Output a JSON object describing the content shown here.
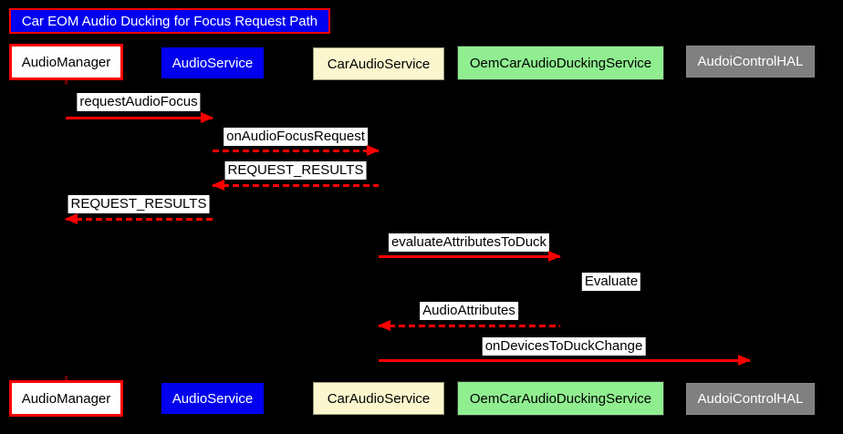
{
  "title": {
    "text": "Car EOM Audio Ducking for Focus Request Path"
  },
  "colors": {
    "background": "#000000",
    "arrow": "#ff0000",
    "title_bg": "#0000ee",
    "title_border": "#ff0000",
    "title_text": "#ffffff",
    "label_bg": "#ffffff",
    "label_text": "#000000"
  },
  "participants": [
    {
      "id": "audio-manager",
      "label": "AudioManager",
      "bg": "#ffffff",
      "text": "#000000",
      "border": "#ff0000"
    },
    {
      "id": "audio-service",
      "label": "AudioService",
      "bg": "#0000ee",
      "text": "#ffffff",
      "border": "#0000ee"
    },
    {
      "id": "car-audio-service",
      "label": "CarAudioService",
      "bg": "#fbf6cd",
      "text": "#000000",
      "border": "#999977"
    },
    {
      "id": "oem-car-audio-ducking-service",
      "label": "OemCarAudioDuckingService",
      "bg": "#90ee90",
      "text": "#000000",
      "border": "#333333"
    },
    {
      "id": "audoi-control-hal",
      "label": "AudoiControlHAL",
      "bg": "#808080",
      "text": "#ffffff",
      "border": "#8a8a8a"
    }
  ],
  "messages": [
    {
      "label": "requestAudioFocus",
      "from": "AudioManager",
      "to": "AudioService",
      "line": "solid",
      "direction": "right"
    },
    {
      "label": "onAudioFocusRequest",
      "from": "AudioService",
      "to": "CarAudioService",
      "line": "dashed",
      "direction": "right"
    },
    {
      "label": "REQUEST_RESULTS",
      "from": "CarAudioService",
      "to": "AudioService",
      "line": "dashed",
      "direction": "left"
    },
    {
      "label": "REQUEST_RESULTS",
      "from": "AudioService",
      "to": "AudioManager",
      "line": "dashed",
      "direction": "left"
    },
    {
      "label": "evaluateAttributesToDuck",
      "from": "CarAudioService",
      "to": "OemCarAudioDuckingService",
      "line": "solid",
      "direction": "right"
    },
    {
      "label": "Evaluate",
      "from": "OemCarAudioDuckingService",
      "to": "OemCarAudioDuckingService",
      "line": "none",
      "direction": "self"
    },
    {
      "label": "AudioAttributes",
      "from": "OemCarAudioDuckingService",
      "to": "CarAudioService",
      "line": "dashed",
      "direction": "left"
    },
    {
      "label": "onDevicesToDuckChange",
      "from": "CarAudioService",
      "to": "AudoiControlHAL",
      "line": "solid",
      "direction": "right"
    }
  ]
}
